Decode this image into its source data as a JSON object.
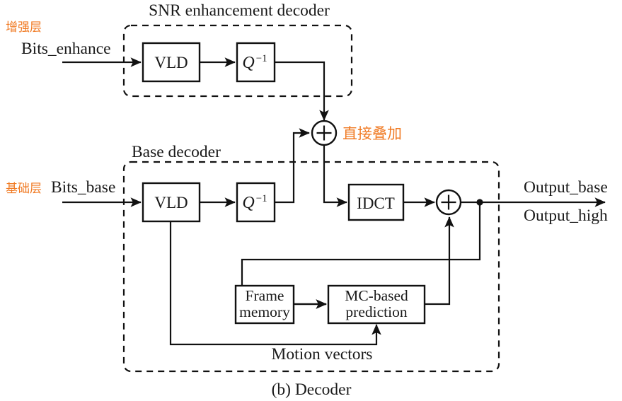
{
  "figure": {
    "caption": "(b)  Decoder",
    "accent_color": "#F07A23",
    "line_color": "#111111"
  },
  "groups": {
    "enhancement": {
      "title": "SNR enhancement decoder",
      "layer_label": "增强层",
      "input_label": "Bits_enhance"
    },
    "base": {
      "title": "Base decoder",
      "layer_label": "基础层",
      "input_label": "Bits_base"
    }
  },
  "blocks": {
    "enh_vld": "VLD",
    "enh_iq_sym": "Q",
    "enh_iq_exp": "−1",
    "base_vld": "VLD",
    "base_iq_sym": "Q",
    "base_iq_exp": "−1",
    "idct": "IDCT",
    "frame_memory_line1": "Frame",
    "frame_memory_line2": "memory",
    "mc_line1": "MC-based",
    "mc_line2": "prediction"
  },
  "annotations": {
    "direct_add": "直接叠加",
    "motion_vectors": "Motion vectors",
    "output_base": "Output_base",
    "output_high": "Output_high",
    "adder_symbol": "+"
  }
}
